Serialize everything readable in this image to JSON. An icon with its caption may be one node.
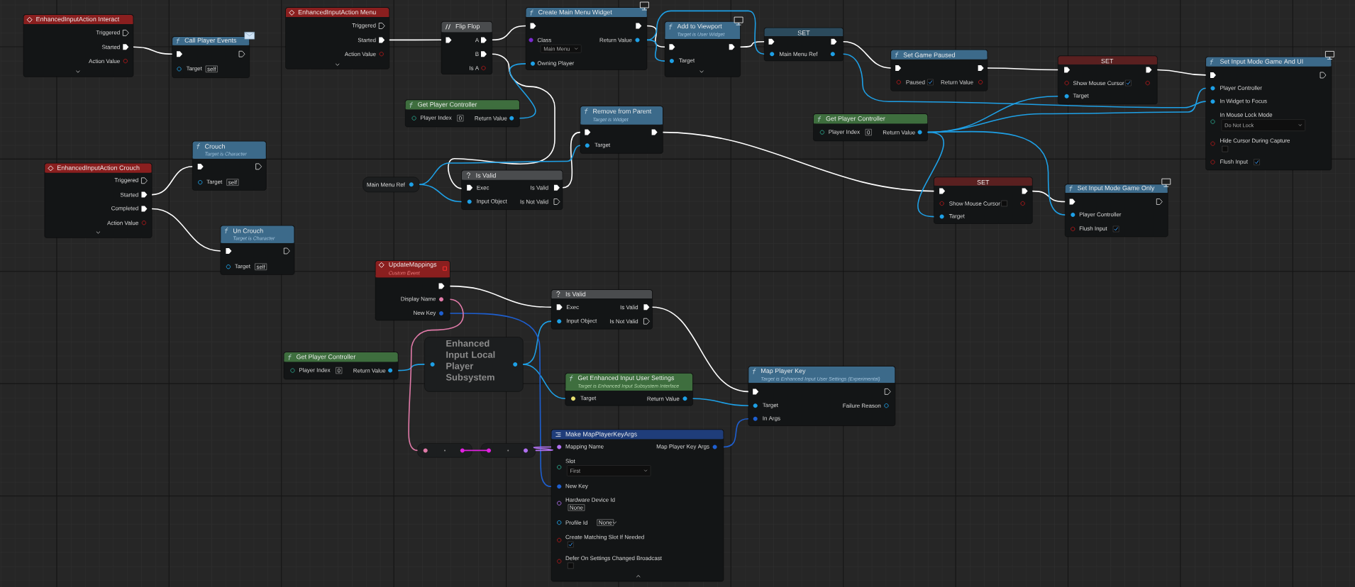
{
  "diagram": {
    "nodes": [
      {
        "text": [
          "EnhancedInputAction Interact",
          "Triggered",
          "Started",
          "Action Value"
        ]
      },
      {
        "text": [
          "Call Player Events",
          "Target",
          "self"
        ]
      },
      {
        "text": [
          "EnhancedInputAction Menu",
          "Triggered",
          "Started",
          "Action Value"
        ]
      },
      {
        "text": [
          "Flip Flop",
          "A",
          "B",
          "Is A"
        ]
      },
      {
        "text": [
          "Create Main Menu Widget",
          "Class",
          "Main Menu",
          "Return Value",
          "Owning Player"
        ]
      },
      {
        "text": [
          "Add to Viewport",
          "Target is User Widget",
          "Target"
        ]
      },
      {
        "text": [
          "SET",
          "Main Menu Ref"
        ]
      },
      {
        "text": [
          "Set Game Paused",
          "Paused",
          "Return Value"
        ]
      },
      {
        "text": [
          "SET",
          "Show Mouse Cursor",
          "Target"
        ]
      },
      {
        "text": [
          "Set Input Mode Game And UI",
          "Player Controller",
          "In Widget to Focus",
          "In Mouse Lock Mode",
          "Do Not Lock",
          "Hide Cursor During Capture",
          "Flush Input"
        ]
      },
      {
        "text": [
          "Get Player Controller",
          "Player Index",
          "0",
          "Return Value"
        ]
      },
      {
        "text": [
          "Remove from Parent",
          "Target is Widget",
          "Target"
        ]
      },
      {
        "text": [
          "Get Player Controller",
          "Player Index",
          "0",
          "Return Value"
        ]
      },
      {
        "text": [
          "EnhancedInputAction Crouch",
          "Triggered",
          "Started",
          "Completed",
          "Action Value"
        ]
      },
      {
        "text": [
          "Crouch",
          "Target is Character",
          "Target",
          "self"
        ]
      },
      {
        "text": [
          "Main Menu Ref"
        ]
      },
      {
        "text": [
          "Is Valid",
          "Exec",
          "Input Object",
          "Is Valid",
          "Is Not Valid"
        ]
      },
      {
        "text": [
          "SET",
          "Show Mouse Cursor",
          "Target"
        ]
      },
      {
        "text": [
          "Set Input Mode Game Only",
          "Player Controller",
          "Flush Input"
        ]
      },
      {
        "text": [
          "Un Crouch",
          "Target is Character",
          "Target",
          "self"
        ]
      },
      {
        "text": [
          "UpdateMappings",
          "Custom Event",
          "Display Name",
          "New Key"
        ]
      },
      {
        "text": [
          "Is Valid",
          "Exec",
          "Input Object",
          "Is Valid",
          "Is Not Valid"
        ]
      },
      {
        "text": [
          "Get Player Controller",
          "Player Index",
          "0",
          "Return Value"
        ]
      },
      {
        "text": [
          "Enhanced Input Local Player Subsystem"
        ]
      },
      {
        "text": [
          "Get Enhanced Input User Settings",
          "Target is Enhanced Input Subsystem Interface",
          "Target",
          "Return Value"
        ]
      },
      {
        "text": [
          "Map Player Key",
          "Target is Enhanced Input User Settings (Experimental)",
          "Target",
          "Failure Reason",
          "In Args"
        ]
      },
      {
        "text": [],
        "shape": "box"
      },
      {
        "text": [],
        "shape": "box"
      },
      {
        "text": [
          "Make MapPlayerKeyArgs",
          "Mapping Name",
          "Map Player Key Args",
          "Slot",
          "First",
          "New Key",
          "Hardware Device Id",
          "None",
          "Profile Id",
          "None",
          "Create Matching Slot If Needed",
          "Defer On Settings Changed Broadcast"
        ]
      }
    ],
    "edges": [
      {
        "from": 0,
        "to": 1,
        "arrow": "none"
      },
      {
        "from": 2,
        "to": 3,
        "arrow": "none"
      },
      {
        "from": 3,
        "to": 4,
        "arrow": "none"
      },
      {
        "from": 3,
        "to": 16,
        "arrow": "none"
      },
      {
        "from": 4,
        "to": 5,
        "arrow": "none"
      },
      {
        "from": 5,
        "to": 6,
        "arrow": "none"
      },
      {
        "from": 6,
        "to": 7,
        "arrow": "none"
      },
      {
        "from": 7,
        "to": 8,
        "arrow": "none"
      },
      {
        "from": 8,
        "to": 9,
        "arrow": "none"
      },
      {
        "from": 16,
        "to": 11,
        "arrow": "none"
      },
      {
        "from": 11,
        "to": 17,
        "arrow": "none"
      },
      {
        "from": 17,
        "to": 18,
        "arrow": "none"
      },
      {
        "from": 13,
        "to": 14,
        "arrow": "none"
      },
      {
        "from": 13,
        "to": 19,
        "arrow": "none"
      },
      {
        "from": 20,
        "to": 21,
        "arrow": "none"
      },
      {
        "from": 21,
        "to": 25,
        "arrow": "none"
      },
      {
        "from": 10,
        "to": 4,
        "arrow": "none",
        "color": "#1ea0e6"
      },
      {
        "from": 4,
        "to": 5,
        "arrow": "none",
        "color": "#1ea0e6"
      },
      {
        "from": 4,
        "to": 6,
        "arrow": "none",
        "color": "#1ea0e6"
      },
      {
        "from": 6,
        "to": 9,
        "arrow": "none",
        "color": "#1ea0e6"
      },
      {
        "from": 15,
        "to": 16,
        "arrow": "none",
        "color": "#1ea0e6"
      },
      {
        "from": 15,
        "to": 11,
        "arrow": "none",
        "color": "#1ea0e6"
      },
      {
        "from": 12,
        "to": 8,
        "arrow": "none",
        "color": "#1ea0e6"
      },
      {
        "from": 12,
        "to": 9,
        "arrow": "none",
        "color": "#1ea0e6"
      },
      {
        "from": 12,
        "to": 17,
        "arrow": "none",
        "color": "#1ea0e6"
      },
      {
        "from": 12,
        "to": 18,
        "arrow": "none",
        "color": "#1ea0e6"
      },
      {
        "from": 22,
        "to": 23,
        "arrow": "none",
        "color": "#1ea0e6"
      },
      {
        "from": 23,
        "to": 21,
        "arrow": "none",
        "color": "#1ea0e6"
      },
      {
        "from": 23,
        "to": 24,
        "arrow": "none",
        "color": "#1ea0e6"
      },
      {
        "from": 24,
        "to": 25,
        "arrow": "none",
        "color": "#1ea0e6"
      },
      {
        "from": 28,
        "to": 25,
        "arrow": "none",
        "color": "#1e5fd0"
      },
      {
        "from": 20,
        "to": 28,
        "arrow": "none",
        "color": "#1e5fd0"
      },
      {
        "from": 20,
        "to": 26,
        "arrow": "none",
        "color": "#e07aa8"
      },
      {
        "from": 26,
        "to": 27,
        "arrow": "none",
        "color": "#e020e0"
      },
      {
        "from": 27,
        "to": 28,
        "arrow": "none",
        "color": "#b070f0"
      }
    ]
  }
}
